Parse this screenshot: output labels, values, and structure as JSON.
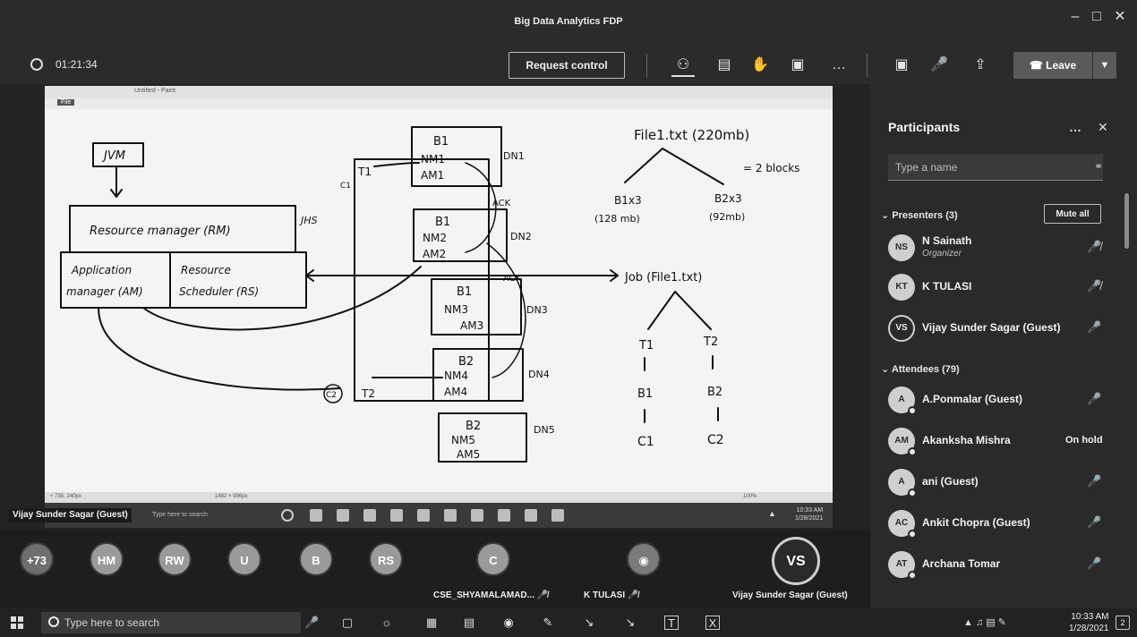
{
  "window": {
    "title": "Big Data Analytics FDP"
  },
  "toolbar": {
    "timer": "01:21:34",
    "request_control": "Request control",
    "leave": "Leave"
  },
  "shared_screen": {
    "app_title": "Untitled - Paint",
    "file_tab": "File",
    "status_left": "+ 735, 240px",
    "status_mid": "1482 × 996px",
    "zoom": "100%",
    "taskbar_search": "Type here to search",
    "clock_time": "10:33 AM",
    "clock_date": "1/28/2021",
    "notes": {
      "jvm": "JVM",
      "resource_manager": "Resource manager (RM)",
      "application_manager_1": "Application",
      "application_manager_2": "manager (AM)",
      "resource_scheduler_1": "Resource",
      "resource_scheduler_2": "Scheduler (RS)",
      "jhs": "JHS",
      "c1": "C1",
      "t1": "T1",
      "t2": "T2",
      "c2": "C2",
      "b1_a": "B1",
      "nm1": "NM1",
      "am1": "AM1",
      "dn1": "DN1",
      "ack_1": "ACK",
      "b1_b": "B1",
      "nm2": "NM2",
      "am2": "AM2",
      "dn2": "DN2",
      "ack_2": "ACK",
      "b1_c": "B1",
      "nm3": "NM3",
      "am3": "AM3",
      "dn3": "DN3",
      "b2_a": "B2",
      "nm4": "NM4",
      "am4": "AM4",
      "dn4": "DN4",
      "b2_b": "B2",
      "nm5": "NM5",
      "am5": "AM5",
      "dn5": "DN5",
      "file_size": "File1.txt (220mb)",
      "blocks": "= 2 blocks",
      "b1x3": "B1x3",
      "b1_mb": "(128 mb)",
      "b2x3": "B2x3",
      "b2_mb": "(92mb)",
      "job": "Job (File1.txt)",
      "tree_t1": "T1",
      "tree_t2": "T2",
      "tree_b1": "B1",
      "tree_b2": "B2",
      "tree_c1": "C1",
      "tree_c2": "C2"
    }
  },
  "presenter_label": "Vijay Sunder Sagar (Guest)",
  "participants": {
    "title": "Participants",
    "search_placeholder": "Type a name",
    "presenters_header": "Presenters (3)",
    "mute_all": "Mute all",
    "attendees_header": "Attendees (79)",
    "presenters": [
      {
        "initials": "NS",
        "name": "N Sainath",
        "role": "Organizer"
      },
      {
        "initials": "KT",
        "name": "K TULASI"
      },
      {
        "initials": "VS",
        "name": "Vijay Sunder Sagar (Guest)"
      }
    ],
    "attendees": [
      {
        "initials": "A",
        "name": "A.Ponmalar (Guest)"
      },
      {
        "initials": "AM",
        "name": "Akanksha Mishra",
        "status": "On hold"
      },
      {
        "initials": "A",
        "name": "ani (Guest)"
      },
      {
        "initials": "AC",
        "name": "Ankit Chopra (Guest)"
      },
      {
        "initials": "AT",
        "name": "Archana Tomar"
      }
    ]
  },
  "strip": {
    "tiles": [
      "+73",
      "HM",
      "RW",
      "U",
      "B",
      "RS",
      "C",
      "VS"
    ],
    "label_1": "CSE_SHYAMALAMAD...",
    "label_2": "K TULASI",
    "label_3": "Vijay Sunder Sagar (Guest)"
  },
  "taskbar": {
    "search_placeholder": "Type here to search",
    "time": "10:33 AM",
    "date": "1/28/2021",
    "notifications": "2"
  }
}
